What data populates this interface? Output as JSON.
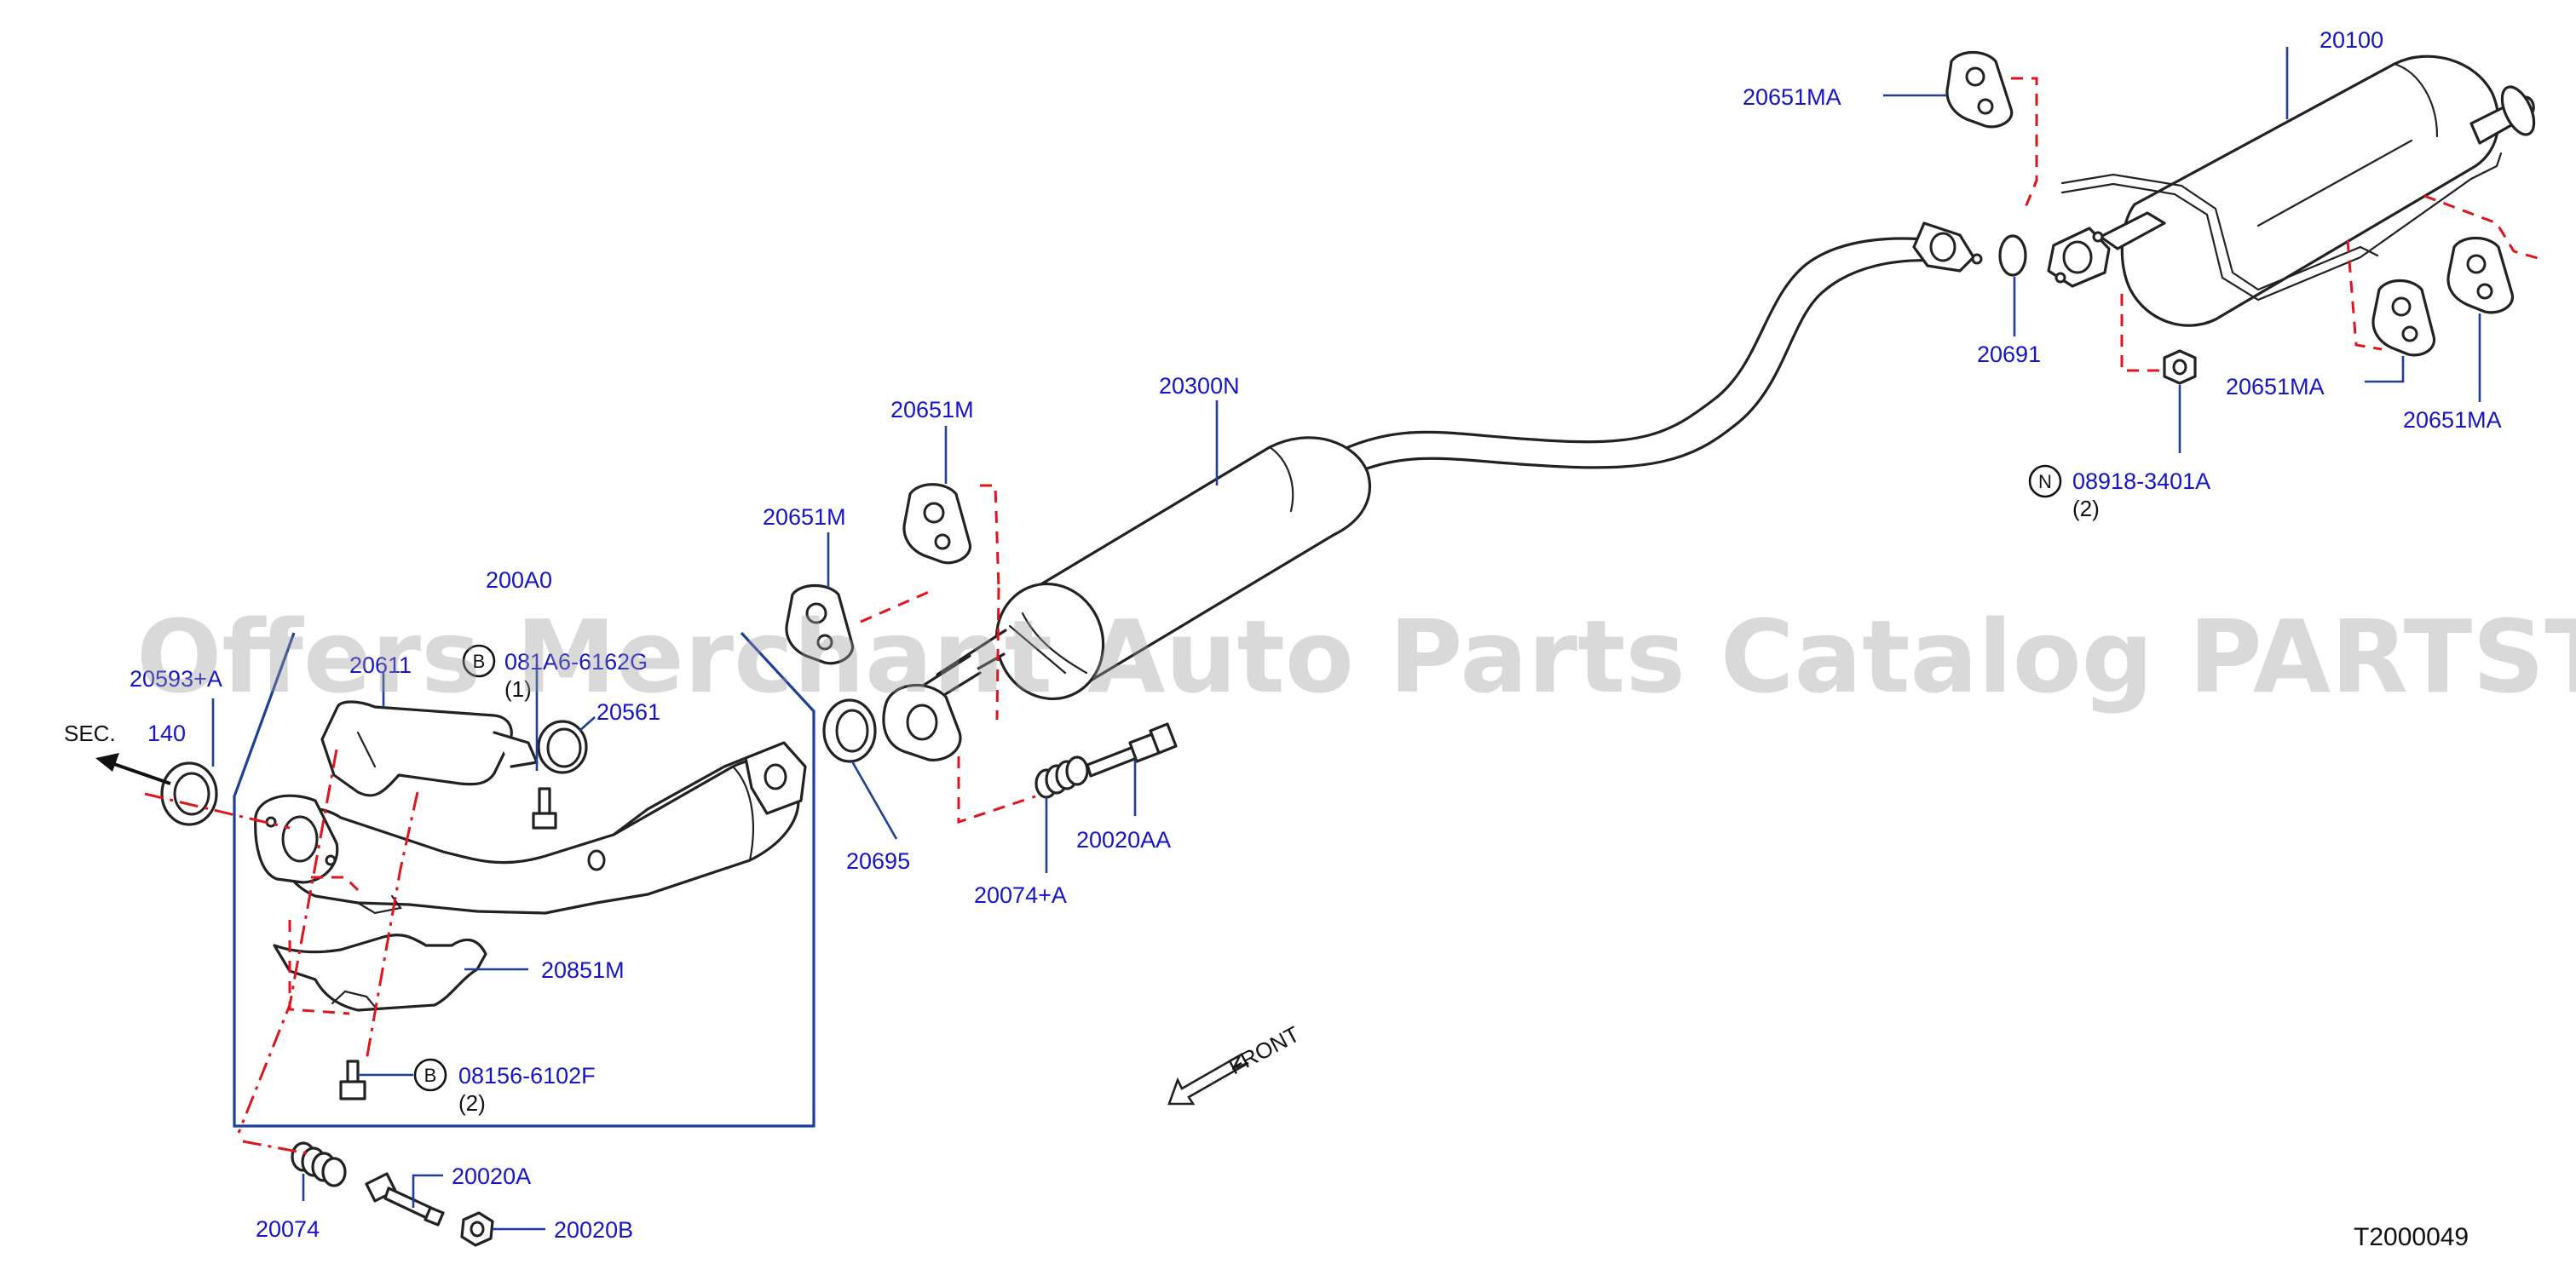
{
  "drawing_code": "T2000049",
  "watermark": "Offers Merchant Auto Parts Catalog PARTSTORE.SA",
  "sec_arrow": {
    "sec_text": "SEC.",
    "number": "140"
  },
  "front_arrow": {
    "text": "FRONT"
  },
  "parts": {
    "p20100": "20100",
    "p20651MA_a": "20651MA",
    "p20651MA_b": "20651MA",
    "p20651MA_c": "20651MA",
    "p20691": "20691",
    "nut_code": "08918-3401A",
    "nut_symbol": "N",
    "nut_qty": "(2)",
    "p20300N": "20300N",
    "p20651M_a": "20651M",
    "p20651M_b": "20651M",
    "p20695": "20695",
    "p20074A": "20074+A",
    "p20020AA": "20020AA",
    "p200A0": "200A0",
    "p20593": "20593+A",
    "p20611": "20611",
    "bolt_top_code": "081A6-6162G",
    "bolt_top_symbol": "B",
    "bolt_top_qty": "(1)",
    "p20561": "20561",
    "p20851M": "20851M",
    "bolt_bot_code": "08156-6102F",
    "bolt_bot_symbol": "B",
    "bolt_bot_qty": "(2)",
    "p20074": "20074",
    "p20020A": "20020A",
    "p20020B": "20020B"
  }
}
